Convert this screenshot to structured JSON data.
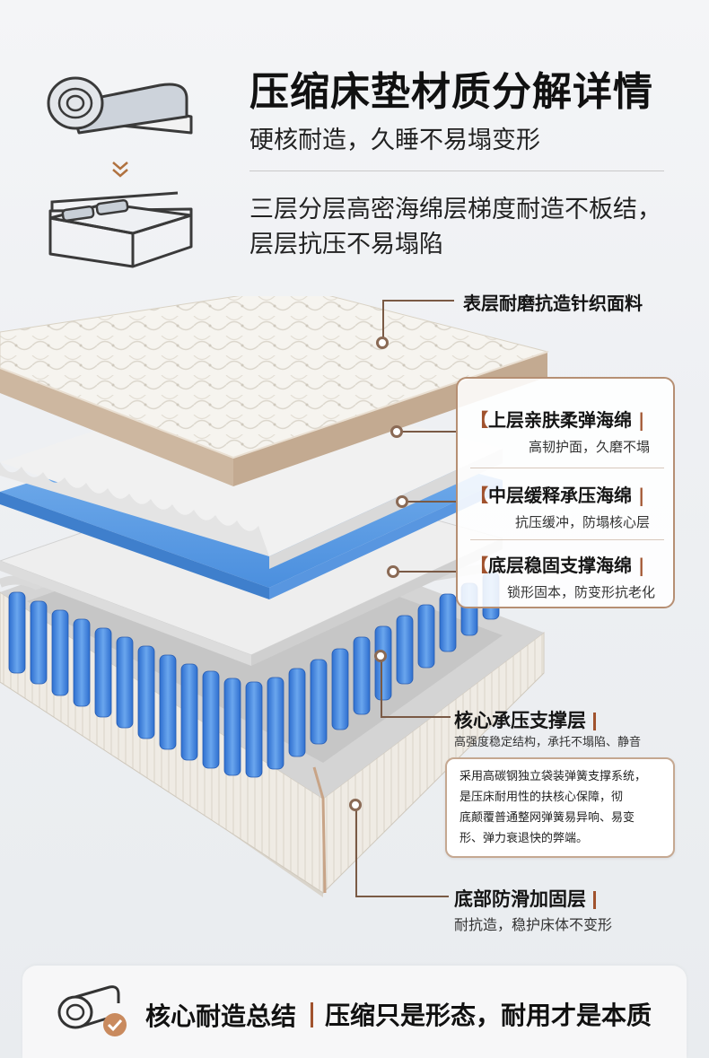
{
  "header": {
    "title": "压缩床垫材质分解详情",
    "subtitle": "硬核耐造，久睡不易塌变形",
    "desc_line1": "三层分层高密海绵层梯度耐造不板结，",
    "desc_line2": "层层抗压不易塌陷"
  },
  "icons": {
    "rolled": "rolled-mattress-icon",
    "arrow": "double-chevron-down-icon",
    "bed": "bed-icon",
    "summary": "rolled-mattress-check-icon"
  },
  "callouts": {
    "fabric": "表层耐磨抗造针织面料",
    "core_title": "核心承压支撑层",
    "core_sub": "高强度稳定结构，承托不塌陷、静音",
    "core_note": [
      "采用高碳钢独立袋装弹簧支撑系统，",
      "是压床耐用性的扶核心保障，彻",
      "底颠覆普通整网弹簧易异响、易变",
      "形、弹力衰退快的弊端。"
    ],
    "base_title": "底部防滑加固层",
    "base_sub": "耐抗造，稳护床体不变形"
  },
  "layers": [
    {
      "title": "上层亲肤柔弹海绵",
      "sub": "高韧护面，久磨不塌"
    },
    {
      "title": "中层缓释承压海绵",
      "sub": "抗压缓冲，防塌核心层"
    },
    {
      "title": "底层稳固支撑海绵",
      "sub": "锁形固本，防变形抗老化"
    }
  ],
  "bracket_open": "【",
  "bracket_close": "|",
  "summary": {
    "label": "核心耐造总结",
    "tagline": "压缩只是形态，耐用才是本质"
  },
  "colors": {
    "accent": "#a0522d",
    "foam_blue": "#5b9ee8",
    "fabric_white": "#f7f4ee",
    "border_tan": "#c9ab8f"
  }
}
